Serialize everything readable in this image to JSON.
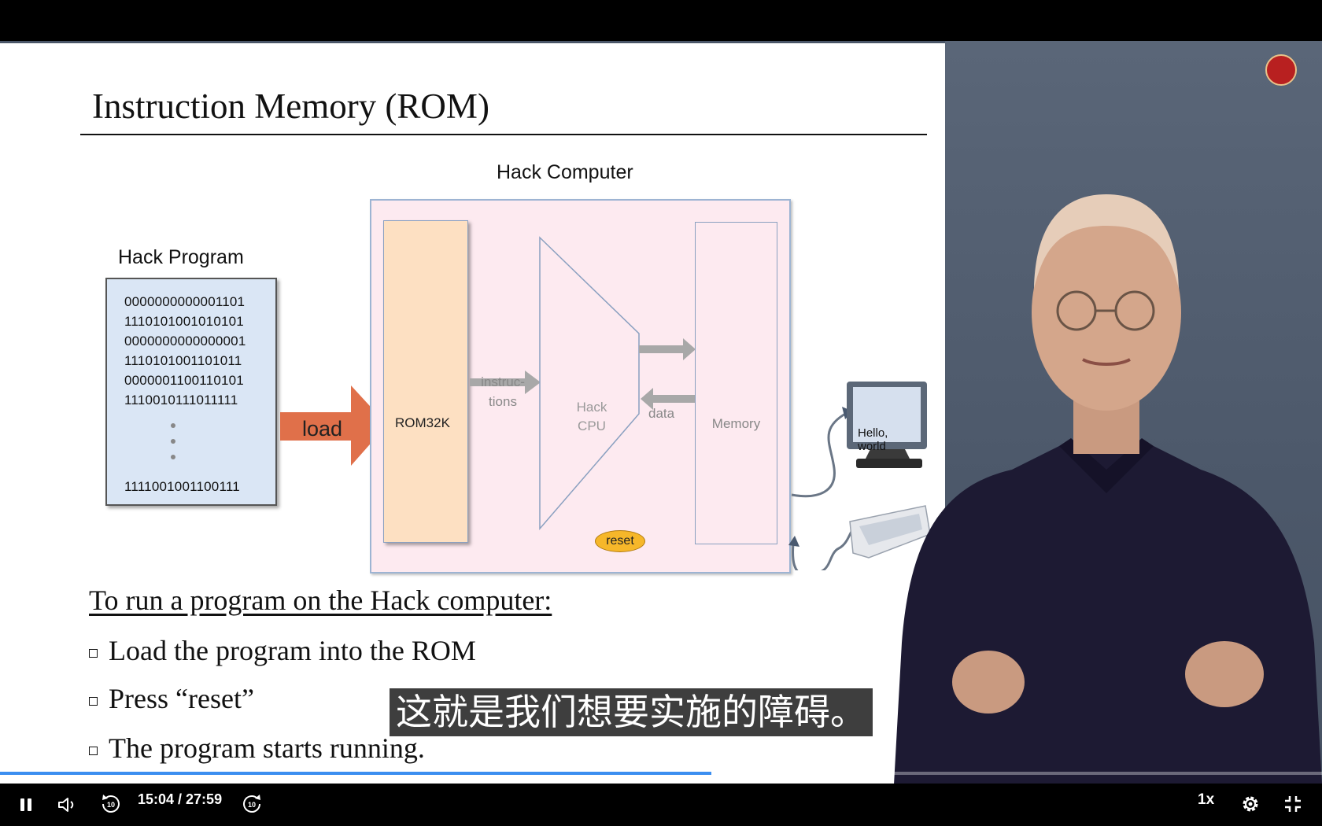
{
  "slide": {
    "title": "Instruction Memory (ROM)",
    "diagram": {
      "computer_label": "Hack Computer",
      "program_label": "Hack Program",
      "program_lines": [
        "0000000000001101",
        "1110101001010101",
        "0000000000000001",
        "1110101001101011",
        "0000001100110101",
        "1110010111011111"
      ],
      "program_last_line": "1111001001100111",
      "load_label": "load",
      "rom_label": "ROM32K",
      "instructions_label": [
        "instruc-",
        "tions"
      ],
      "cpu_label": [
        "Hack",
        "CPU"
      ],
      "data_label": "data",
      "memory_label": "Memory",
      "reset_label": "reset",
      "screen_text": [
        "Hello,",
        "world"
      ]
    },
    "run_heading": "To run a program on the Hack computer:",
    "bullets": [
      "Load the program into the ROM",
      "Press “reset”",
      "The program starts running."
    ]
  },
  "subtitle": "这就是我们想要实施的障碍。",
  "player": {
    "current_time": "15:04",
    "duration": "27:59",
    "time_display": "15:04 / 27:59",
    "progress": 0.538,
    "speed": "1x",
    "icons": [
      "pause-icon",
      "volume-icon",
      "rewind-10-icon",
      "forward-10-icon",
      "settings-icon",
      "fullscreen-exit-icon"
    ]
  },
  "colors": {
    "progress": "#3b8ef0",
    "load_arrow": "#e0704a",
    "rom_fill": "#fde0c2",
    "computer_fill": "#fdeaf0",
    "program_fill": "#dae6f5",
    "reset": "#f6b72a",
    "presenter_bg": "#4c586a"
  }
}
